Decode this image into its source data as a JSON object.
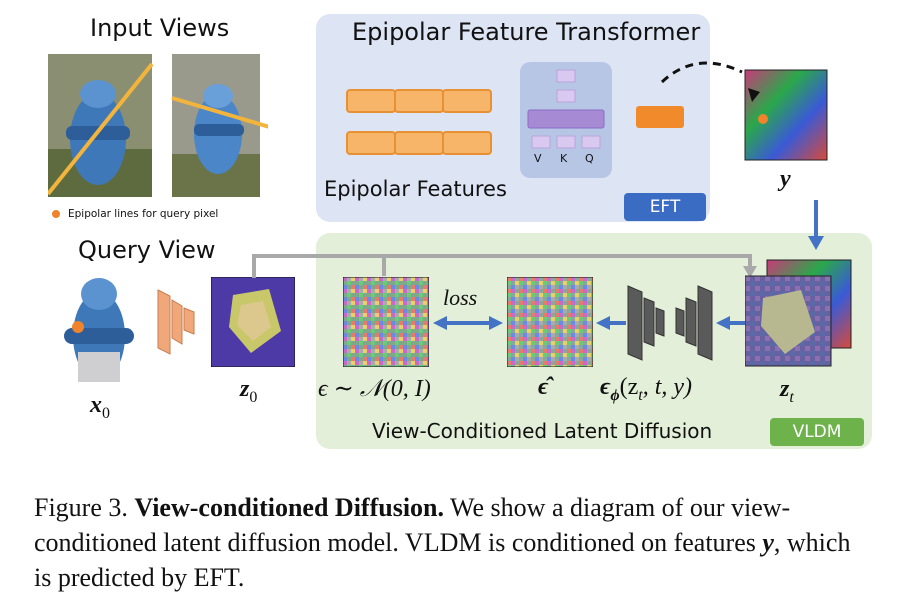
{
  "figure": {
    "input_views_title": "Input Views",
    "epipolar_legend": "Epipolar lines for query pixel",
    "query_view_title": "Query View",
    "eft_panel_title": "Epipolar Feature Transformer",
    "epipolar_features_label": "Epipolar Features",
    "attention_labels": [
      "V",
      "K",
      "Q"
    ],
    "eft_tag": "EFT",
    "vldm_tag": "VLDM",
    "vldm_panel_title": "View-Conditioned Latent Diffusion",
    "loss_label": "loss",
    "labels": {
      "x0": "x",
      "x0_sub": "0",
      "z0": "z",
      "z0_sub": "0",
      "epsilon_dist": "ϵ ∼ 𝒩(0, I)",
      "epsilon_hat": "ϵ̂",
      "epsilon_phi": "ϵ",
      "epsilon_phi_sub": "ϕ",
      "epsilon_phi_args": "(z",
      "epsilon_phi_args_sub": "t",
      "epsilon_phi_args_rest": ", t, y)",
      "zt": "z",
      "zt_sub": "t",
      "y": "y"
    },
    "colors": {
      "eft_panel": "#dde4f4",
      "vldm_panel": "#e3efd8",
      "eft_tag": "#3b6cc4",
      "vldm_tag": "#6db24a",
      "feature_block": "#f7b56a",
      "attention_block": "#b8a4dc",
      "arrow_blue": "#4472c4",
      "epipolar_line": "#f2b43c",
      "query_dot": "#f0842c"
    }
  },
  "caption": {
    "prefix": "Figure 3.",
    "bold": "View-conditioned Diffusion.",
    "text": "We show a diagram of our view-conditioned latent diffusion model. VLDM is conditioned on features",
    "y": "y",
    "suffix": ", which is predicted by EFT."
  }
}
